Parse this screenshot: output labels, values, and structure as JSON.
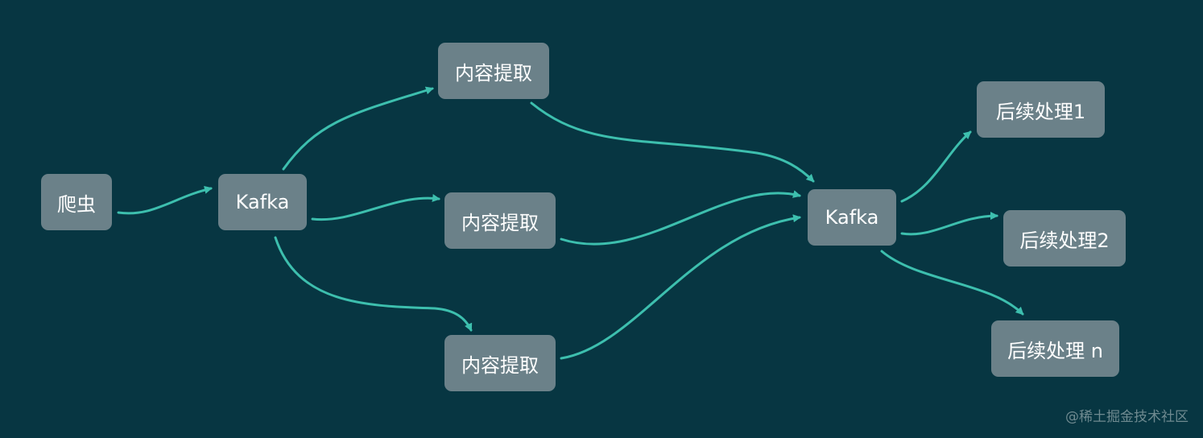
{
  "colors": {
    "background": "#073642",
    "node_fill": "#6b8189",
    "node_text": "#ffffff",
    "edge": "#3dbfae",
    "watermark": "#6f8a90"
  },
  "nodes": {
    "crawler": "爬虫",
    "kafka_in": "Kafka",
    "extract_top": "内容提取",
    "extract_middle": "内容提取",
    "extract_bottom": "内容提取",
    "kafka_out": "Kafka",
    "post_1": "后续处理1",
    "post_2": "后续处理2",
    "post_n": "后续处理 n"
  },
  "edges": [
    {
      "from": "crawler",
      "to": "kafka_in"
    },
    {
      "from": "kafka_in",
      "to": "extract_top"
    },
    {
      "from": "kafka_in",
      "to": "extract_middle"
    },
    {
      "from": "kafka_in",
      "to": "extract_bottom"
    },
    {
      "from": "extract_top",
      "to": "kafka_out"
    },
    {
      "from": "extract_middle",
      "to": "kafka_out"
    },
    {
      "from": "extract_bottom",
      "to": "kafka_out"
    },
    {
      "from": "kafka_out",
      "to": "post_1"
    },
    {
      "from": "kafka_out",
      "to": "post_2"
    },
    {
      "from": "kafka_out",
      "to": "post_n"
    }
  ],
  "watermark": "@稀土掘金技术社区"
}
